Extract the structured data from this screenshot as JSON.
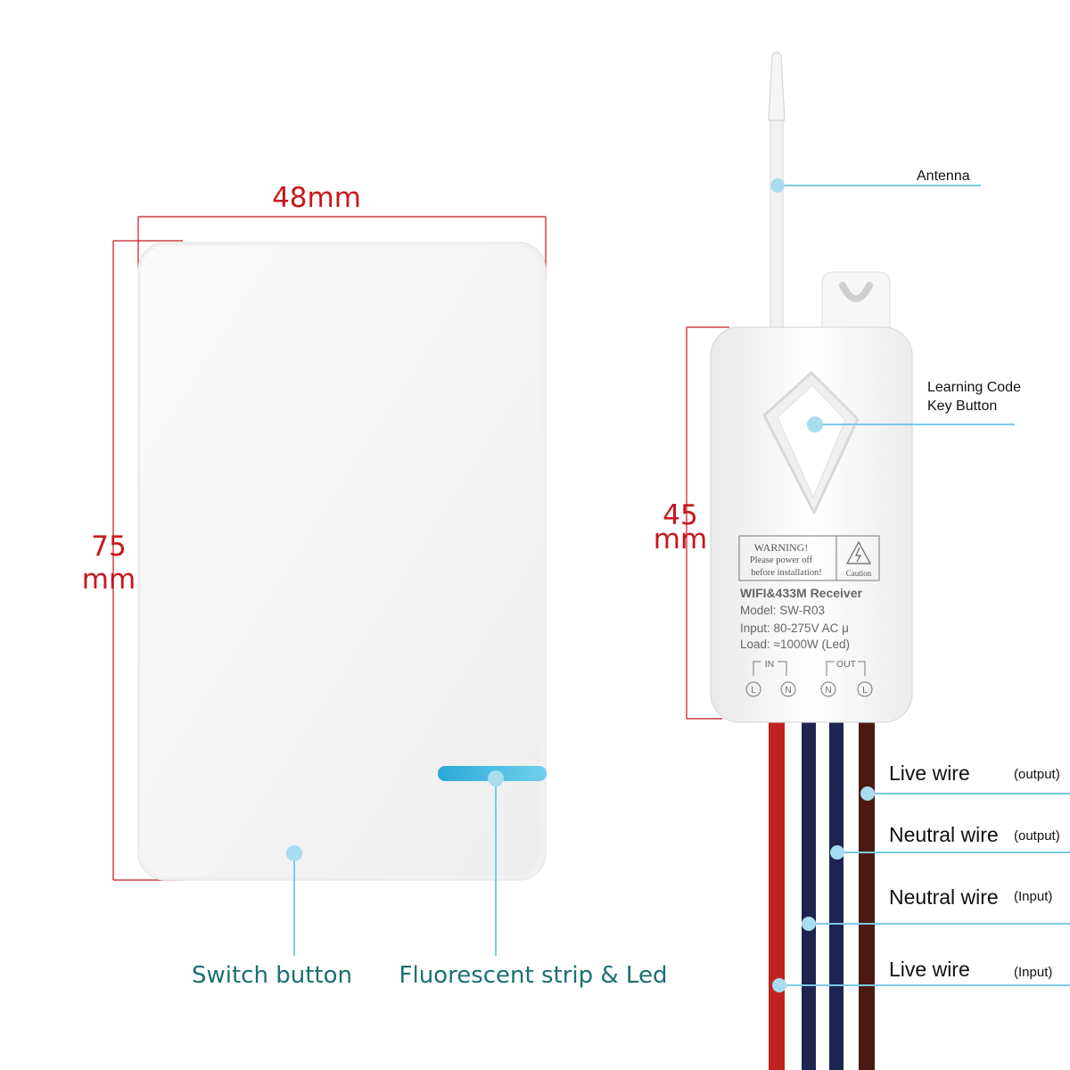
{
  "switch_panel": {
    "width_label": "48mm",
    "height_value": "75",
    "height_unit": "mm",
    "callouts": {
      "switch_button": "Switch button",
      "strip_led": "Fluorescent strip & Led"
    }
  },
  "receiver": {
    "height_value": "45",
    "height_unit": "mm",
    "antenna_label": "Antenna",
    "learning_label_1": "Learning Code",
    "learning_label_2": "Key Button",
    "warning": {
      "title": "WARNING!",
      "line1": "Please power off",
      "line2": "before installation!",
      "caution": "Caution"
    },
    "spec": {
      "title": "WIFI&433M Receiver",
      "model": "Model: SW-R03",
      "input": "Input:  80-275V AC  μ",
      "load": "Load: ≈1000W (Led)"
    },
    "terminals": {
      "in_label": "IN",
      "out_label": "OUT",
      "pins": [
        "L",
        "N",
        "N",
        "L"
      ]
    },
    "wires": [
      {
        "name": "Live wire",
        "dir": "(output)",
        "color": "#4a1a12"
      },
      {
        "name": "Neutral wire",
        "dir": "(output)",
        "color": "#1e2450"
      },
      {
        "name": "Neutral wire",
        "dir": "(Input)",
        "color": "#1e2450"
      },
      {
        "name": "Live wire",
        "dir": "(Input)",
        "color": "#c0231f"
      }
    ]
  },
  "colors": {
    "dimension": "#c8161d",
    "callout_line": "#7cc9e6",
    "callout_text": "#1b6f72",
    "led_strip": "#2aa9d6"
  }
}
